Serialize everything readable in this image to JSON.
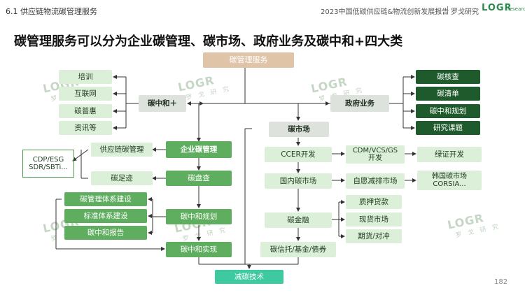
{
  "header": {
    "report_title": "2023中国低碳供应链&物流创新发展报告",
    "org_name": "罗戈研究",
    "logo_text": "LOGR",
    "logo_sub": "research"
  },
  "section_label": "6.1 供应链物流碳管理服务",
  "headline": "碳管理服务可以分为企业碳管理、碳市场、政府业务及碳中和+四大类",
  "page_number": "182",
  "watermark": {
    "logo": "LOGR",
    "sub": "research",
    "cn": "罗 戈 研 究"
  },
  "diagram": {
    "root": "碳管理服务",
    "carbon_neutral_plus": {
      "title": "碳中和＋",
      "items": [
        "培训",
        "互联网",
        "碳普惠",
        "资讯等"
      ]
    },
    "government": {
      "title": "政府业务",
      "items": [
        "碳核查",
        "碳清单",
        "碳中和规划",
        "研究课题"
      ]
    },
    "enterprise": {
      "title": "企业碳管理",
      "supply_chain": "供应链碳管理",
      "footprint": "碳足迹",
      "standards": "CDP/ESG\nSDR/SBTi...",
      "inventory": "碳盘查",
      "planning": "碳中和规划",
      "plan_items": [
        "碳管理体系建设",
        "标准体系建设",
        "碳中和报告"
      ],
      "implementation": "碳中和实现"
    },
    "market": {
      "title": "碳市场",
      "ccer": "CCER开发",
      "cdm": "CDM/VCS/GS\n开发",
      "green_cert": "绿证开发",
      "domestic": "国内碳市场",
      "voluntary": "自愿减排市场",
      "korea": "韩国碳市场\nCORSIA...",
      "finance": "碳金融",
      "finance_items": [
        "质押贷款",
        "现货市场",
        "期货/对冲"
      ],
      "trust": "碳信托/基金/债券"
    },
    "bottom": "减碳技术"
  }
}
